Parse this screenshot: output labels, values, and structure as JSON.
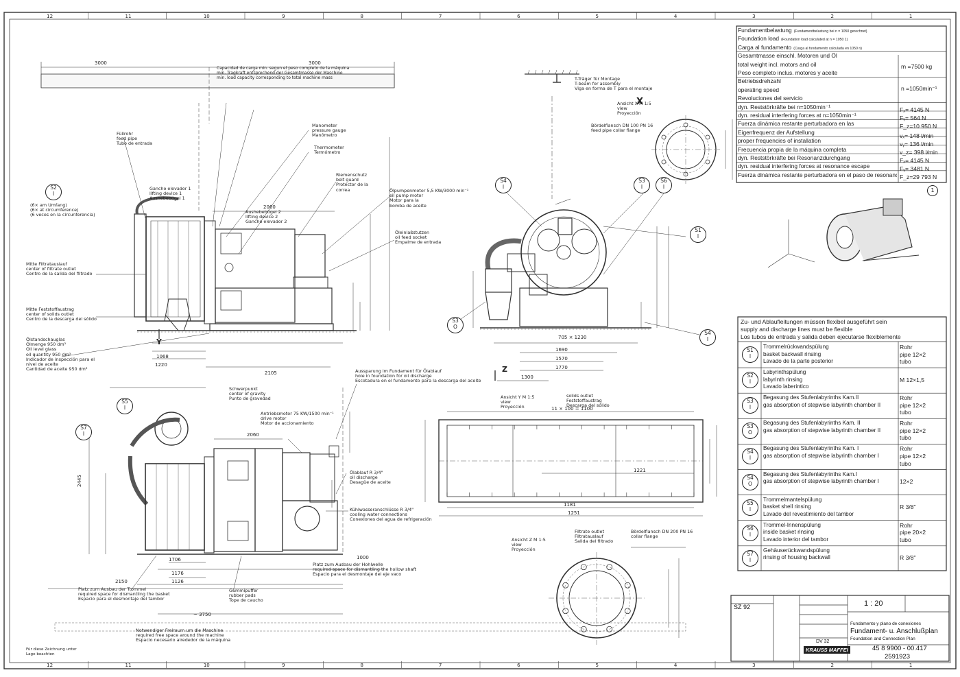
{
  "sheet": {
    "top_zone_numbers": [
      "12",
      "11",
      "10",
      "9",
      "8",
      "7",
      "6",
      "5",
      "4",
      "3",
      "2",
      "1"
    ],
    "bottom_zone_numbers": [
      "12",
      "11",
      "10",
      "9",
      "8",
      "7",
      "6",
      "5",
      "4",
      "3",
      "2",
      "1"
    ]
  },
  "foundation_table": {
    "rows": [
      {
        "de": "Fundamentbelastung",
        "note": "(Fundamentbelastung bei n = 1050 gerechnet)"
      },
      {
        "de": "Foundation load",
        "note": "(Foundation load calculated at n = 1050 1)"
      },
      {
        "de": "Carga al fundamento",
        "note": "(Carga al fundamento calculada en 1050 n)"
      },
      {
        "de": "Gesamtmasse einschl. Motoren und Öl",
        "note": ""
      },
      {
        "de": "total weight incl. motors and oil",
        "note": ""
      },
      {
        "de": "Peso completo inclus. motores y aceite",
        "note": ""
      },
      {
        "de": "Betriebsdrehzahl",
        "note": ""
      },
      {
        "de": "operating speed",
        "note": ""
      },
      {
        "de": "Revoluciones del servicio",
        "note": ""
      },
      {
        "de": "dyn. Reststörkräfte bei n=1050min⁻¹",
        "note": ""
      },
      {
        "de": "dyn. residual interfering forces at n=1050min⁻¹",
        "note": ""
      },
      {
        "de": "Fuerza dinámica restante perturbadora en las",
        "note": ""
      },
      {
        "de": "Eigenfrequenz der Aufstellung",
        "note": ""
      },
      {
        "de": "proper frequencies of installation",
        "note": ""
      },
      {
        "de": "Frecuencia propia de la máquina completa",
        "note": ""
      },
      {
        "de": "dyn. Reststörkräfte bei Resonanzdurchgang",
        "note": ""
      },
      {
        "de": "dyn. residual interfering forces at resonance escape",
        "note": ""
      },
      {
        "de": "Fuerza dinámica restante perturbadora en el paso de resonancia",
        "note": ""
      }
    ],
    "values": {
      "mass": "m  =7500 kg",
      "speed": "n  =1050min⁻¹",
      "fx": "Fₓ= 4145  N",
      "fy": "Fᵧ=  564  N",
      "fz": "F_z=10 950  N",
      "vx": "vₓ=  148 l/min",
      "vy": "vᵧ=  136 l/min",
      "vz": "v_z=  398 l/min",
      "rfx": "Fₓ= 4145  N",
      "rfy": "Fᵧ= 3481  N",
      "rfz": "F_z=29 793  N"
    },
    "revision_mark": "1"
  },
  "pipe_table": {
    "header": "Zu- und Ablaufleitungen müssen flexibel ausgeführt sein\nsupply and discharge lines must be flexible\nLos tubos de entrada y salida deben ejecutarse flexiblemente",
    "rows": [
      {
        "badge_top": "S1",
        "badge_bot": "I",
        "text": "Trommelrückwandspülung\nbasket backwall rinsing\nLavado de la parte posterior",
        "spec": "Rohr\npipe  12×2\ntubo"
      },
      {
        "badge_top": "S2",
        "badge_bot": "I",
        "text": "Labyrinthspülung\nlabyrinth rinsing\nLavado laberintico",
        "spec": "\nM 12×1,5"
      },
      {
        "badge_top": "S3",
        "badge_bot": "I",
        "text": "Begasung des Stufenlabyrinths Kam.II\ngas absorption of stepwise labyrinth chamber II",
        "spec": "Rohr\npipe  12×2\ntubo"
      },
      {
        "badge_top": "S3",
        "badge_bot": "O",
        "text": "Begasung des Stufenlabyrinths Kam. II\ngas absorption of stepwise labyrinth chamber II",
        "spec": "Rohr\npipe  12×2\ntubo"
      },
      {
        "badge_top": "S4",
        "badge_bot": "I",
        "text": "Begasung des Stufenlabyrinths Kam. I\ngas absorption of stepwise labyrinth chamber I",
        "spec": "Rohr\npipe  12×2\ntubo"
      },
      {
        "badge_top": "S4",
        "badge_bot": "O",
        "text": "Begasung des Stufenlabyrinths Kam.I\ngas absorption of stepwise labyrinth chamber I",
        "spec": "\n12×2"
      },
      {
        "badge_top": "S5",
        "badge_bot": "I",
        "text": "Trommelmantelspülung\nbasket shell rinsing\nLavado del revestimiento del tambor",
        "spec": "\nR 3/8\""
      },
      {
        "badge_top": "S6",
        "badge_bot": "I",
        "text": "Trommel-Innenspülung\ninside basket rinsing\nLavado interior del tambor",
        "spec": "Rohr\npipe  20×2\ntubo"
      },
      {
        "badge_top": "S7",
        "badge_bot": "I",
        "text": "Gehäuserückwandspülung\nrinsing of housing backwall",
        "spec": "\nR 3/8\""
      }
    ]
  },
  "title_block": {
    "drawing_type": "SZ 92",
    "scale": "1 : 20",
    "title_es": "Fundamento y plano de conexiones",
    "title_de": "Fundament- u. Anschlußplan",
    "title_en": "Foundation and Connection Plan",
    "drawing_no": "45 8 9900 - 00.417",
    "order_no": "2591923",
    "company": "KRAUSS MAFFEI",
    "norm": "DV 32"
  },
  "labels": {
    "load_capacity": "Capacidad de carga min. segun el peso completo de la máquina\nmin. Tragkraft entsprechend der Gesamtmasse der Maschine\nmin. load capacity corresponding to total machine mass",
    "dim_3000": "3000",
    "dim_3000b": "3000",
    "feed_pipe": "Füllrohr\nfeed pipe\nTubo de entrada",
    "manometer": "Manometer\npressure gauge\nManómetro",
    "thermometer": "Thermometer\nTermómetro",
    "belt_guard": "Riemenschutz\nbelt guard\nProtector de la\ncorrea",
    "oil_pump": "Ölpumpenmotor  5,5 KW/3000 min⁻¹\noil pump motor\nMotor para la\nbomba de aceite",
    "oil_feed": "Öleinlaßstutzen\noil feed socket\nEmpalme de entrada",
    "lifting1": "Gancho elevador 1\nlifting device 1\nAushebebügel 1",
    "lifting2": "Aushebebügel 2\nlifting device 2\nGancho elevador 2",
    "umfang": "(6× am Umfang)\n(6× at circumference)\n(6 veces en la circunferencia)",
    "filtrate": "Mitte Filtratauslauf\ncenter of filtrate outlet\nCentro de la salida del filtrado",
    "solids": "Mitte Feststoffaustrag\ncenter of solids outlet\nCentro de la descarga del sólido",
    "sight_glass": "Ölstandschauglas\nÖlmenge  950 dm³\nOil level glass\noil quantity  950 dm³\nIndicador de inspección para el\nnivel de aceite\nCantidad de aceite  950 dm³",
    "cog": "Schwerpunkt\ncenter of gravity\nPunto de gravedad",
    "oil_discharge_recess": "Aussparung im Fundament für Ölablauf\nhole in foundation for oil discharge\nEscotadura en el fundamento para la descarga del aceite",
    "drive_motor": "Antriebsmotor  75 KW/1500 min⁻¹\ndrive motor\nMotor de accionamiento",
    "oil_drain": "Ölablauf  R 3/4\"\noil discharge\nDesagüe de aceite",
    "cooling": "Kühlwasseranschlüsse  R 3/4\"\ncooling water connections\nConexiones del agua de refrigeración",
    "hollow_shaft": "Platz zum Ausbau der Hohlwelle\nrequired space for dismantling the hollow shaft\nEspacio para el desmontaje del eje vaco",
    "basket_space": "Platz zum Ausbau der Trommel\nrequired space for dismantling the basket\nEspacio para el desmontaje del tambor",
    "rubber_pads": "Gummipuffer\nrubber pads\nTope de caucho",
    "free_space": "Notwendiger Freiraum um die Maschine\nrequired free space around the machine\nEspacio necesario alrededor de la máquina",
    "t_beam": "T-Träger für Montage\nT-beam for assembly\nViga en forma de T para el montaje",
    "view_x": "Ansicht  X  M 1:5\nview\nProyección",
    "collar_100": "Bördelflansch  DN 100 PN 16\nfeed pipe collar flange",
    "view_y": "Ansicht  Y  M 1:5\nview\nProyección",
    "solids_outlet": "solids outlet\nFeststoffaustrag\nDescarga del sólido",
    "view_z": "Ansicht  Z  M 1:5\nview\nProyección",
    "filtrate_outlet": "Filtrate outlet\nFiltratauslauf\nSalida del filtrado",
    "collar_200": "Bördelflansch  DN 200 PN 16\ncollar flange",
    "grid_dim": "11 × 100 = 1100",
    "dim_1181": "1181",
    "dim_1251": "1251",
    "dim_1221": "1221",
    "dim_1690": "1690",
    "dim_1570": "1570",
    "dim_1770": "1770",
    "dim_1300": "1300",
    "dim_2060": "2060",
    "dim_2060b": "2060",
    "dim_2105": "2105",
    "dim_1068": "1068",
    "dim_1220": "1220",
    "dim_2150": "2150",
    "dim_1706": "1706",
    "dim_1176": "1176",
    "dim_1126": "1126",
    "dim_1000": "1000",
    "dim_3750": "~ 3750",
    "dim_2445": "2445",
    "dim_705": "705 × 1230",
    "footnote": "Für diese Zeichnung unter\nLage beachten"
  }
}
